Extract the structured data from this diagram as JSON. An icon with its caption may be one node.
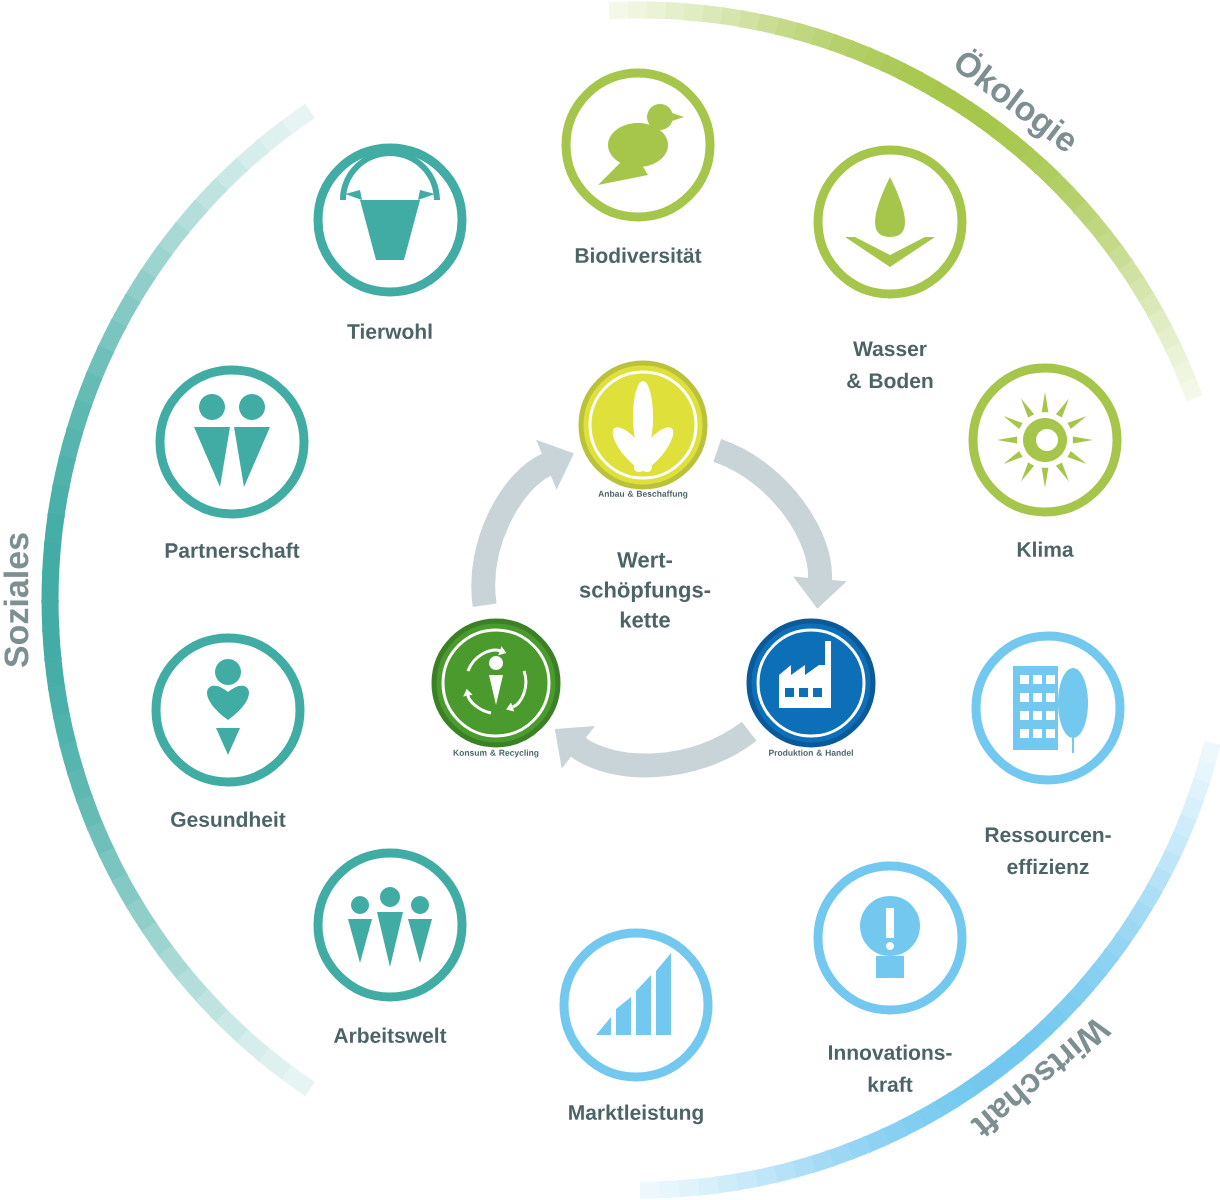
{
  "diagram": {
    "nodes": [
      {
        "text": [
          "Biodiversität"
        ]
      },
      {
        "text": [
          "Wasser & Boden"
        ]
      },
      {
        "text": [
          "Klima"
        ]
      },
      {
        "text": [
          "Ressourcen-effizienz"
        ]
      },
      {
        "text": [
          "Innovations-kraft"
        ]
      },
      {
        "text": [
          "Marktleistung"
        ]
      },
      {
        "text": [
          "Arbeitswelt"
        ]
      },
      {
        "text": [
          "Gesundheit"
        ]
      },
      {
        "text": [
          "Partnerschaft"
        ]
      },
      {
        "text": [
          "Tierwohl"
        ]
      },
      {
        "text": [
          "Anbau & Beschaffung"
        ]
      },
      {
        "text": [
          "Produktion & Handel"
        ]
      },
      {
        "text": [
          "Konsum & Recycling"
        ]
      }
    ],
    "edges": [
      {
        "from": 10,
        "to": 11,
        "arrow": "to"
      },
      {
        "from": 11,
        "to": 12,
        "arrow": "to"
      },
      {
        "from": 12,
        "to": 10,
        "arrow": "to"
      }
    ],
    "labels": [
      "Ökologie",
      "Soziales",
      "Wirtschaft",
      "Wert-schöpfungs-kette"
    ]
  }
}
